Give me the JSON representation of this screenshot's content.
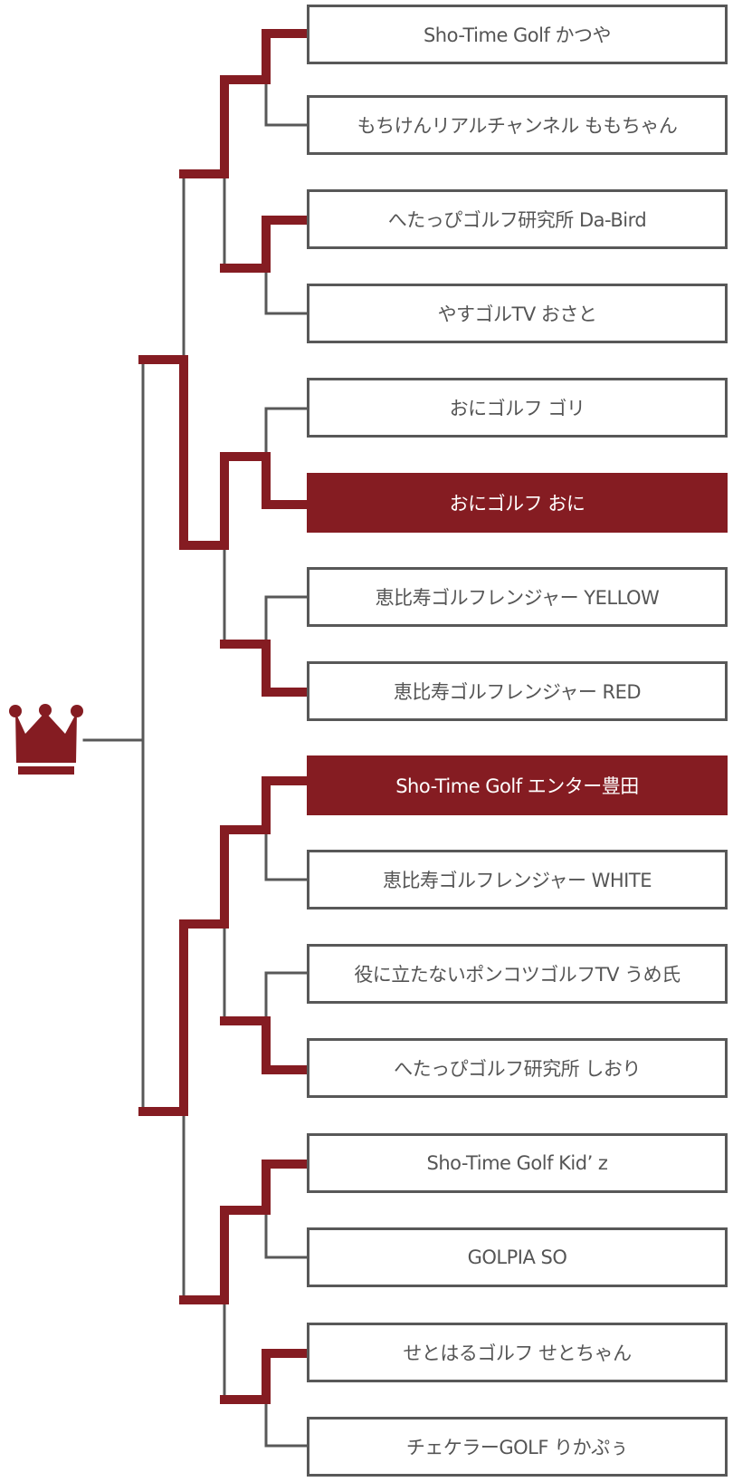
{
  "colors": {
    "accent": "#851c22",
    "line": "#585858",
    "text": "#555555",
    "box_border": "#585858"
  },
  "champion_icon": "crown-icon",
  "teams": [
    {
      "name": "Sho-Time Golf かつや",
      "winner": false
    },
    {
      "name": "もちけんリアルチャンネル ももちゃん",
      "winner": false
    },
    {
      "name": "へたっぴゴルフ研究所 Da-Bird",
      "winner": false
    },
    {
      "name": "やすゴルTV おさと",
      "winner": false
    },
    {
      "name": "おにゴルフ ゴリ",
      "winner": false
    },
    {
      "name": "おにゴルフ おに",
      "winner": true
    },
    {
      "name": "恵比寿ゴルフレンジャー YELLOW",
      "winner": false
    },
    {
      "name": "恵比寿ゴルフレンジャー RED",
      "winner": false
    },
    {
      "name": "Sho-Time Golf エンター豊田",
      "winner": true
    },
    {
      "name": "恵比寿ゴルフレンジャー WHITE",
      "winner": false
    },
    {
      "name": "役に立たないポンコツゴルフTV うめ氏",
      "winner": false
    },
    {
      "name": "へたっぴゴルフ研究所 しおり",
      "winner": false
    },
    {
      "name": "Sho-Time Golf Kid’ z",
      "winner": false
    },
    {
      "name": "GOLPIA SO",
      "winner": false
    },
    {
      "name": "せとはるゴルフ せとちゃん",
      "winner": false
    },
    {
      "name": "チェケラーGOLF りかぷぅ",
      "winner": false
    }
  ]
}
